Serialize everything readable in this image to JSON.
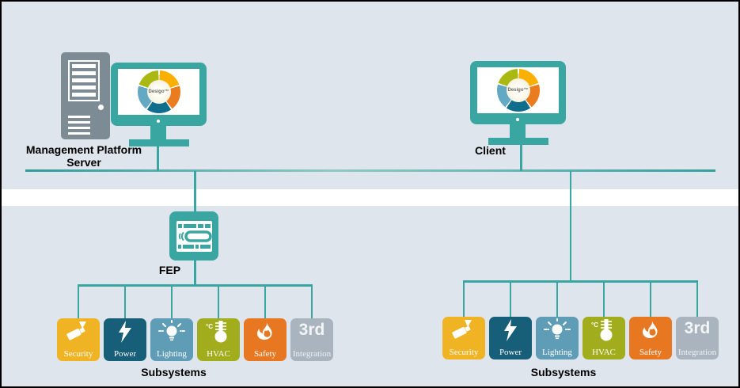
{
  "colors": {
    "background": "#dfe5ec",
    "teal": "#3aa6a1",
    "tower_gray": "#7d8b95",
    "band": "#ffffff",
    "wheel": {
      "amber": "#f9b000",
      "orange": "#ea7c1f",
      "dark_blue": "#0f6e8c",
      "light_blue": "#64a9c4",
      "olive": "#a9b912"
    }
  },
  "nodes": {
    "server": {
      "label_line1": "Management Platform",
      "label_line2": "Server"
    },
    "client": {
      "label": "Client"
    },
    "fep": {
      "label": "FEP"
    },
    "monitor_brand": "Desigo™"
  },
  "subsystems": {
    "title": "Subsystems",
    "items": [
      {
        "name": "security",
        "label": "Security",
        "color": "#f0b323",
        "icon": "cctv-camera-icon"
      },
      {
        "name": "power",
        "label": "Power",
        "color": "#175e78",
        "icon": "lightning-bolt-icon"
      },
      {
        "name": "lighting",
        "label": "Lighting",
        "color": "#5f9cb5",
        "icon": "light-bulb-icon"
      },
      {
        "name": "hvac",
        "label": "HVAC",
        "color": "#a2ad1e",
        "icon": "thermo-flask-icon"
      },
      {
        "name": "safety",
        "label": "Safety",
        "color": "#e87722",
        "icon": "flame-icon"
      },
      {
        "name": "third-party",
        "label": "Integration",
        "big_text": "3rd",
        "color": "#a9b4be",
        "icon": "3rd-text"
      }
    ]
  }
}
